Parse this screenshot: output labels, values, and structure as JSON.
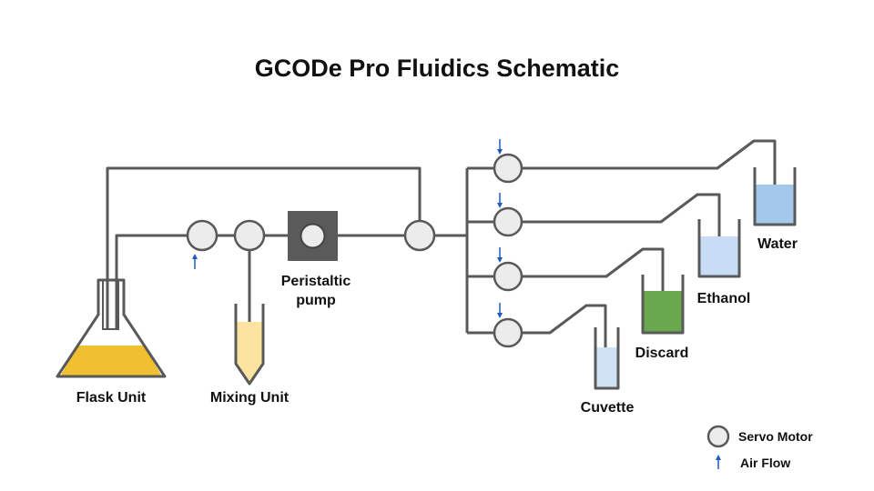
{
  "title": "GCODe Pro Fluidics Schematic",
  "labels": {
    "flask": "Flask Unit",
    "mixing": "Mixing Unit",
    "pump_line1": "Peristaltic",
    "pump_line2": "pump",
    "water": "Water",
    "ethanol": "Ethanol",
    "discard": "Discard",
    "cuvette": "Cuvette"
  },
  "legend": {
    "servo": "Servo Motor",
    "airflow": "Air Flow"
  },
  "colors": {
    "pipe": "#595959",
    "servo_fill": "#ececec",
    "pump_body": "#5a5a5a",
    "flask_liquid": "#f0c030",
    "mixing_liquid": "#fde3a0",
    "water_liquid": "#a4c8ec",
    "ethanol_liquid": "#c9dcf6",
    "discard_liquid": "#6aa84f",
    "cuvette_liquid": "#cfe2f3",
    "air_flow": "#1f5bbf"
  }
}
